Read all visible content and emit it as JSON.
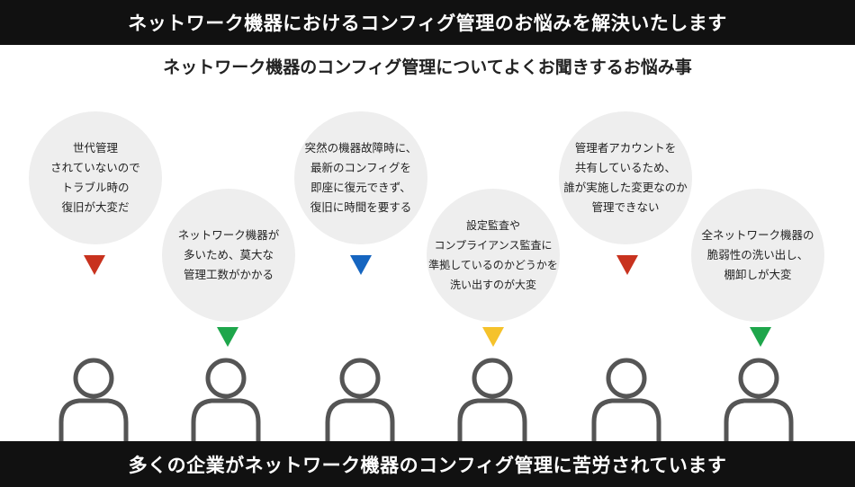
{
  "header": {
    "title": "ネットワーク機器におけるコンフィグ管理のお悩みを解決いたします"
  },
  "subtitle": "ネットワーク機器のコンフィグ管理についてよくお聞きするお悩み事",
  "bubbles": [
    {
      "text": "世代管理\nされていないので\nトラブル時の\n復旧が大変だ",
      "pointer_color": "#c8321e"
    },
    {
      "text": "ネットワーク機器が\n多いため、莫大な\n管理工数がかかる",
      "pointer_color": "#1ea64b"
    },
    {
      "text": "突然の機器故障時に、\n最新のコンフィグを\n即座に復元できず、\n復旧に時間を要する",
      "pointer_color": "#1565c0"
    },
    {
      "text": "設定監査や\nコンプライアンス監査に\n準拠しているのかどうかを\n洗い出すのが大変",
      "pointer_color": "#f5c22b"
    },
    {
      "text": "管理者アカウントを\n共有しているため、\n誰が実施した変更なのか\n管理できない",
      "pointer_color": "#c8321e"
    },
    {
      "text": "全ネットワーク機器の\n脆弱性の洗い出し、\n棚卸しが大変",
      "pointer_color": "#1ea64b"
    }
  ],
  "footer": {
    "text": "多くの企業がネットワーク機器のコンフィグ管理に苦労されています"
  },
  "colors": {
    "bar_background": "#111111",
    "bubble_background": "#eeeeee",
    "person_outline": "#555555"
  }
}
